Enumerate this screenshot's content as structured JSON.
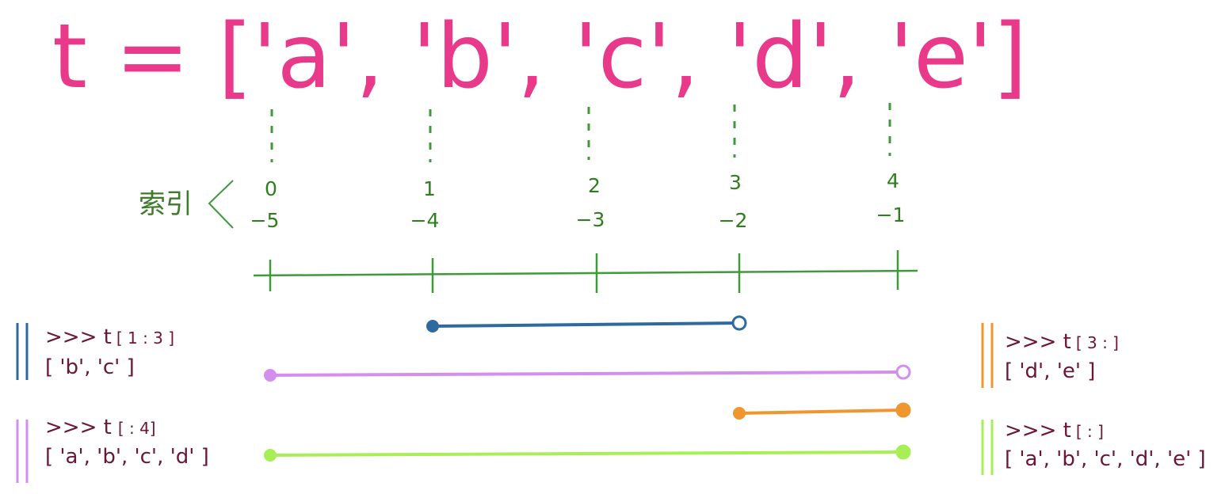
{
  "title": "t = ['a', 'b', 'c', 'd', 'e']",
  "index_label": "索引",
  "indices": [
    {
      "pos": "0",
      "neg": "−5"
    },
    {
      "pos": "1",
      "neg": "−4"
    },
    {
      "pos": "2",
      "neg": "−3"
    },
    {
      "pos": "3",
      "neg": "−2"
    },
    {
      "pos": "4",
      "neg": "−1"
    }
  ],
  "slices": [
    {
      "prompt": ">>> t",
      "slice": "[ 1 : 3 ]",
      "result": "[ 'b', 'c' ]",
      "start": 1,
      "stop": 3,
      "end_open": true,
      "color": "#2f6a9f"
    },
    {
      "prompt": ">>> t",
      "slice": "[ 3 : ]",
      "result": "[ 'd', 'e' ]",
      "start": 3,
      "stop": 4,
      "end_open": false,
      "color": "#f0962e"
    },
    {
      "prompt": ">>> t",
      "slice": "[ : 4]",
      "result": "[ 'a', 'b', 'c', 'd' ]",
      "start": 0,
      "stop": 4,
      "end_open": true,
      "color": "#d38ef0"
    },
    {
      "prompt": ">>> t",
      "slice": "[ : ]",
      "result": "[ 'a', 'b', 'c', 'd', 'e' ]",
      "start": 0,
      "stop": 4,
      "end_open": false,
      "color": "#a8ee55"
    }
  ],
  "colors": {
    "title": "#e8398a",
    "axis": "#3f9a3a",
    "index_text": "#2e7d1f",
    "code_text": "#6b1538"
  }
}
